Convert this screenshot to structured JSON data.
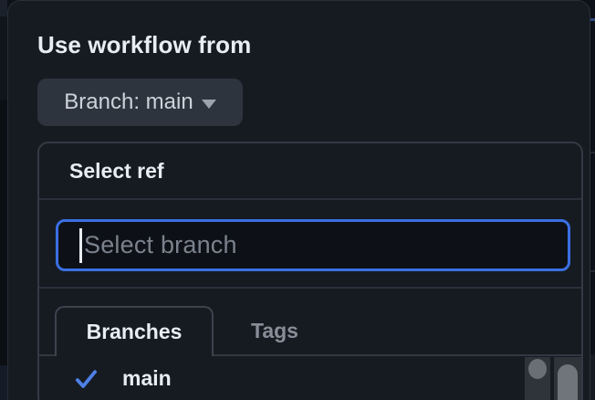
{
  "dialog": {
    "title": "Use workflow from"
  },
  "branch_selector": {
    "label": "Branch: main"
  },
  "ref_panel": {
    "title": "Select ref",
    "search": {
      "placeholder": "Select branch",
      "value": ""
    },
    "tabs": [
      {
        "label": "Branches",
        "active": true
      },
      {
        "label": "Tags",
        "active": false
      }
    ],
    "branches": [
      {
        "name": "main",
        "selected": true
      }
    ]
  },
  "icons": {
    "caret": "caret-down-icon",
    "check": "check-icon"
  },
  "colors": {
    "page_bg": "#0d1117",
    "dialog_bg": "#161b22",
    "panel_border": "#333a44",
    "focus_blue": "#3a6fe3",
    "check_blue": "#4e80e5",
    "button_bg": "#2e343d"
  }
}
